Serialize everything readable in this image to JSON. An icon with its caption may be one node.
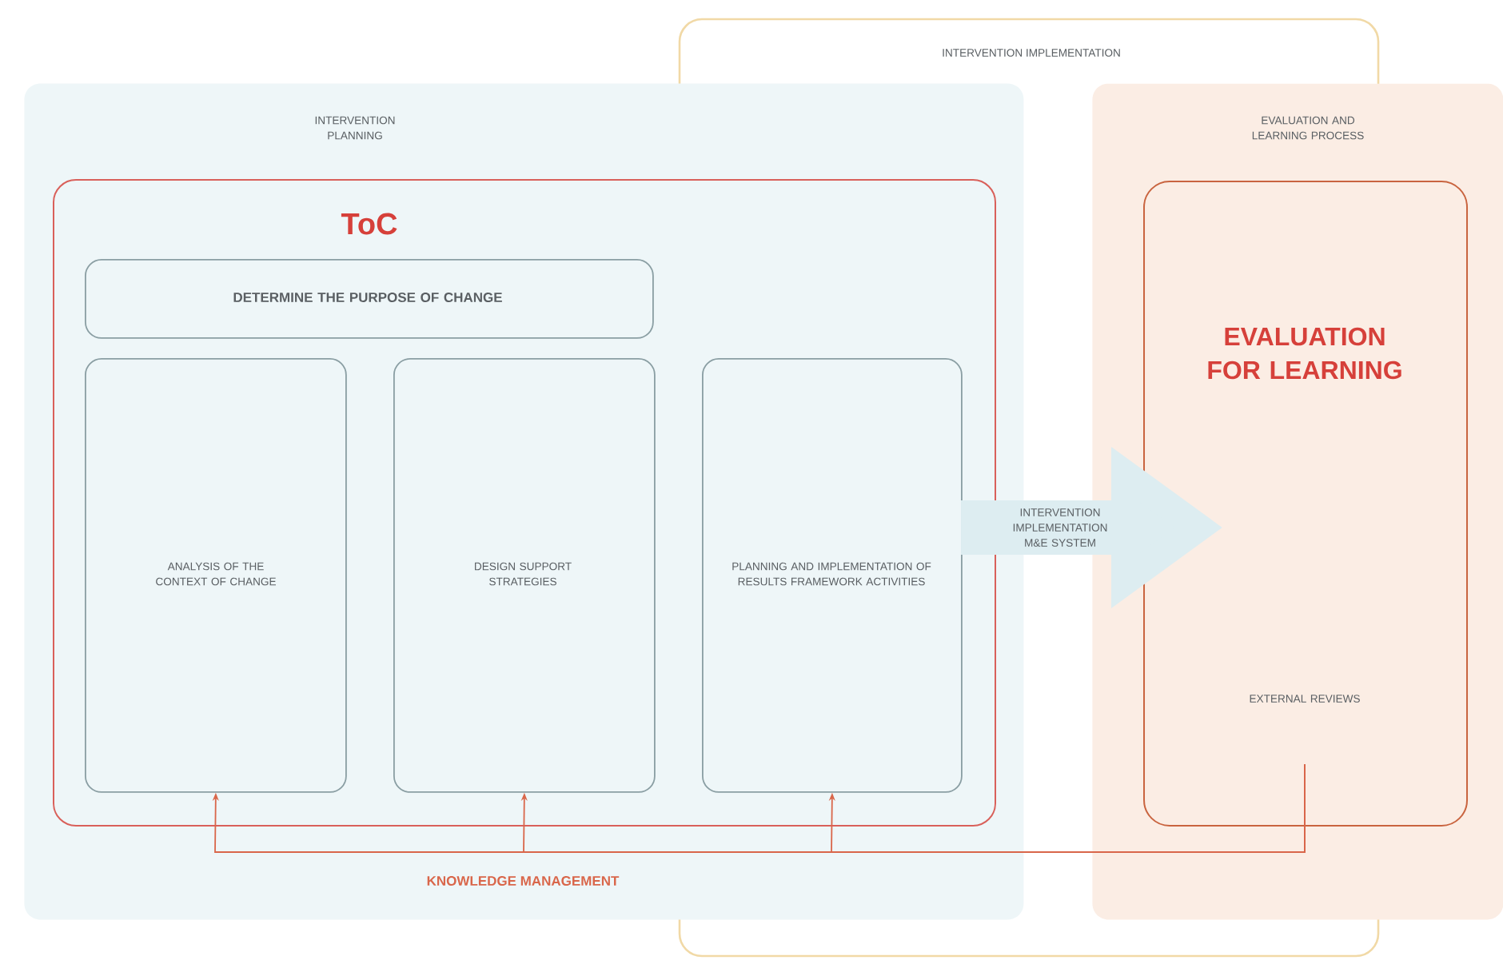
{
  "diagram": {
    "nodes": [
      {
        "text": [
          "INTERVENTION PLANNING"
        ]
      },
      {
        "text": [
          "ToC"
        ],
        "in": 0
      },
      {
        "text": [
          "DETERMINE THE PURPOSE OF CHANGE"
        ],
        "in": 1
      },
      {
        "text": [
          "ANALYSIS OF THE CONTEXT OF CHANGE"
        ],
        "in": 1
      },
      {
        "text": [
          "DESIGN SUPPORT STRATEGIES"
        ],
        "in": 1
      },
      {
        "text": [
          "PLANNING AND IMPLEMENTATION OF RESULTS FRAMEWORK ACTIVITIES"
        ],
        "in": 1
      },
      {
        "text": [
          "EVALUATION AND LEARNING PROCESS"
        ]
      },
      {
        "text": [
          "EVALUATION FOR LEARNING",
          "EXTERNAL REVIEWS"
        ],
        "in": 6
      }
    ],
    "edges": [
      {
        "from": 5,
        "to": 7,
        "arrow": "to",
        "label": "INTERVENTION IMPLEMENTATION M&E SYSTEM",
        "style": "thick",
        "color": "#ddedf1"
      },
      {
        "from": 7,
        "to": 3,
        "arrow": "to"
      },
      {
        "from": 7,
        "to": 4,
        "arrow": "to"
      },
      {
        "from": 7,
        "to": 5,
        "arrow": "to"
      }
    ],
    "labels": [
      "INTERVENTION IMPLEMENTATION",
      "KNOWLEDGE MANAGEMENT"
    ]
  }
}
